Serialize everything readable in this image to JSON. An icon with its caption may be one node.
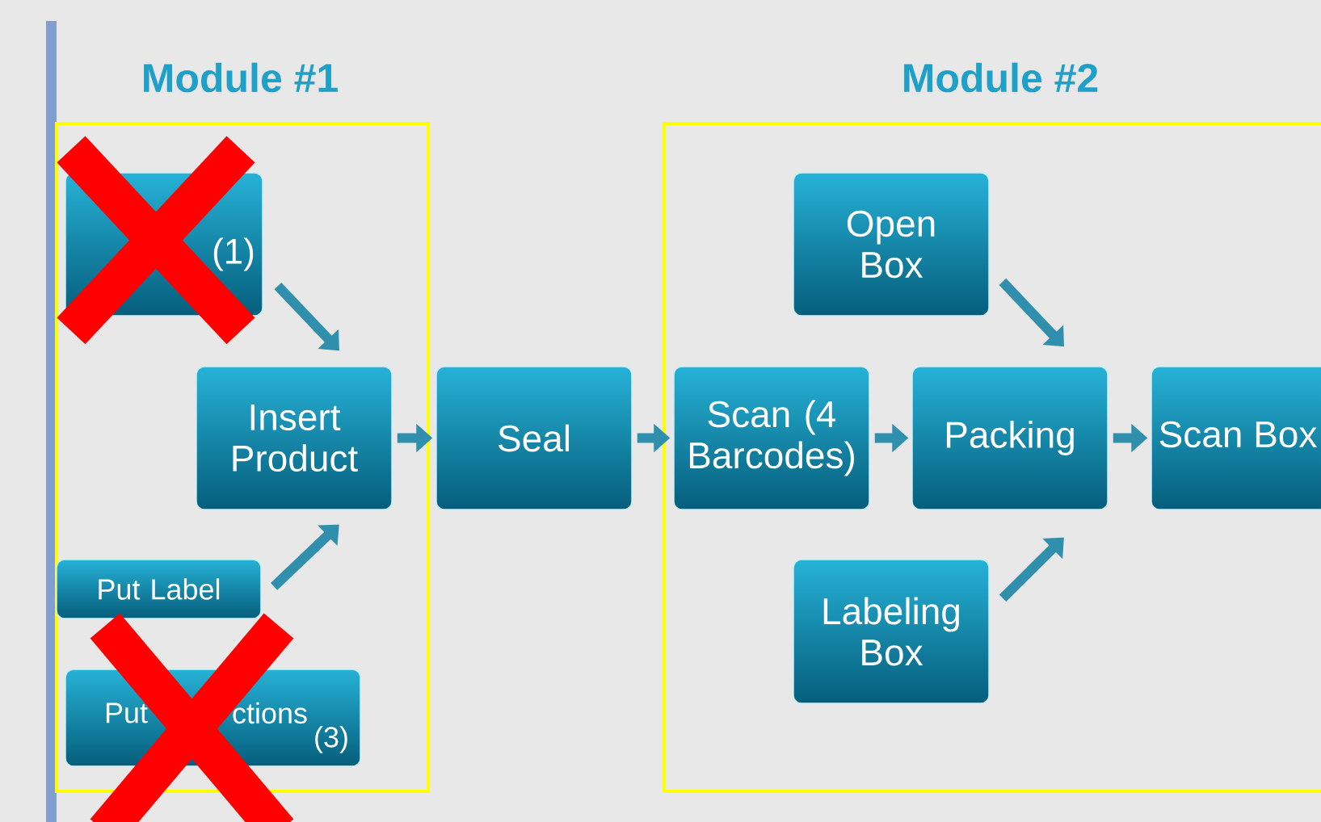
{
  "diagram": {
    "nodes": [
      {
        "text": [
          "Module #1"
        ]
      },
      {
        "text": [
          "(1)"
        ],
        "in": 0
      },
      {
        "text": [
          "Insert Product"
        ],
        "in": 0
      },
      {
        "text": [
          "Put Label"
        ],
        "in": 0
      },
      {
        "text": [
          "Put",
          "ctions",
          "(3)"
        ],
        "in": 0
      },
      {
        "text": [
          "Seal"
        ]
      },
      {
        "text": [
          "Module #2"
        ]
      },
      {
        "text": [
          "Open Box"
        ],
        "in": 6
      },
      {
        "text": [
          "Scan (4 Barcodes)"
        ],
        "in": 6
      },
      {
        "text": [
          "Packing"
        ],
        "in": 6
      },
      {
        "text": [
          "Labeling Box"
        ],
        "in": 6
      },
      {
        "text": [
          "Scan Box"
        ],
        "in": 6
      }
    ],
    "edges": [
      {
        "from": 1,
        "to": 2,
        "arrow": "to"
      },
      {
        "from": 3,
        "to": 2,
        "arrow": "to"
      },
      {
        "from": 2,
        "to": 5,
        "arrow": "to"
      },
      {
        "from": 5,
        "to": 8,
        "arrow": "to"
      },
      {
        "from": 7,
        "to": 9,
        "arrow": "to"
      },
      {
        "from": 8,
        "to": 9,
        "arrow": "to"
      },
      {
        "from": 10,
        "to": 9,
        "arrow": "to"
      },
      {
        "from": 9,
        "to": 11,
        "arrow": "to"
      }
    ]
  }
}
